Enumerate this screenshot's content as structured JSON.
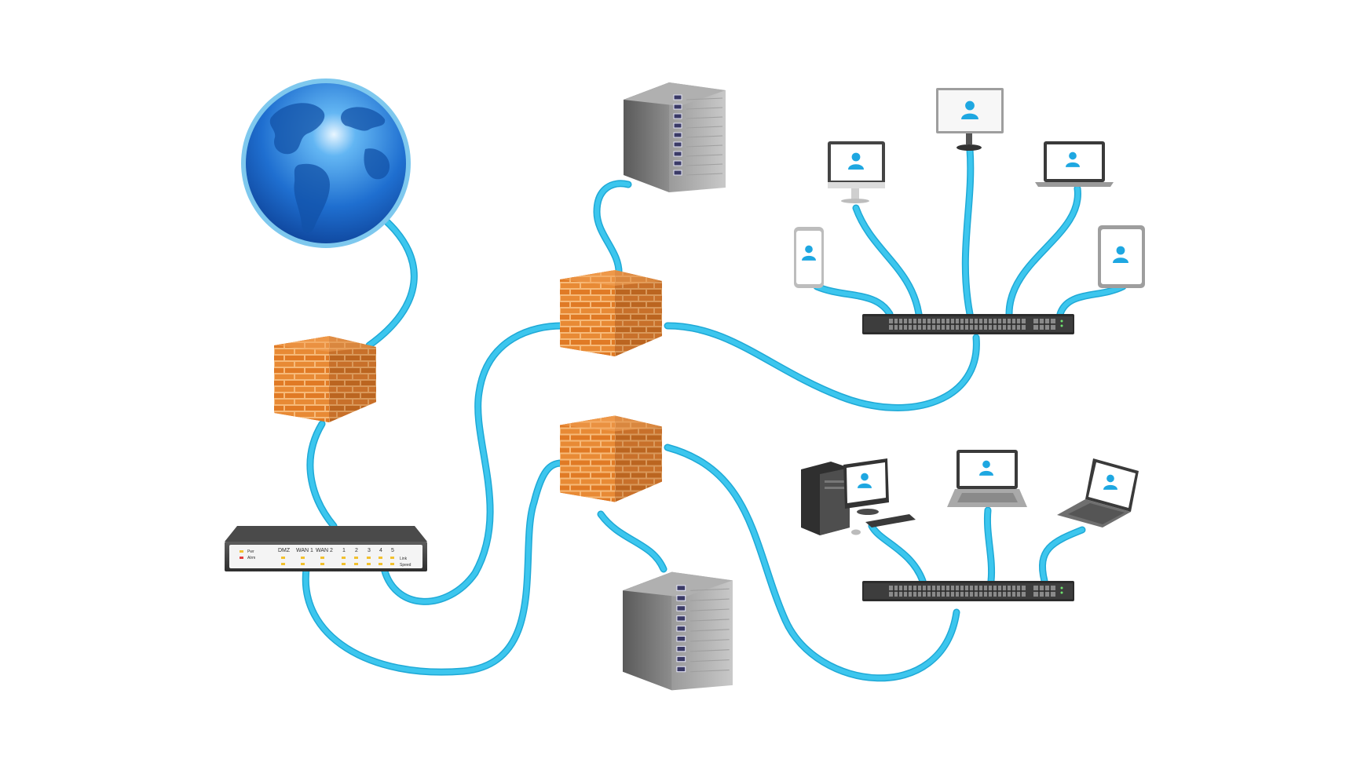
{
  "colors": {
    "background": "#ffffff",
    "cable": "#3cc6ee",
    "cable_edge": "#1fa9d6",
    "firewall": "#e88a35",
    "firewall_mortar": "#f6b978",
    "globe": "#1f6fd0",
    "server": "#6b6b6b",
    "switch": "#2c2c2c",
    "user_icon": "#1ea7e1"
  },
  "icons": {
    "globe": "globe-icon",
    "firewall": "brick-wall-icon",
    "server": "server-tower-icon",
    "router": "router-icon",
    "switch": "network-switch-icon",
    "user": "user-icon"
  },
  "router": {
    "left_labels": [
      "Pwr",
      "Alrm"
    ],
    "port_labels": [
      "DMZ",
      "WAN 1",
      "WAN 2",
      "1",
      "2",
      "3",
      "4",
      "5"
    ],
    "right_labels": [
      "Link",
      "Speed"
    ]
  }
}
